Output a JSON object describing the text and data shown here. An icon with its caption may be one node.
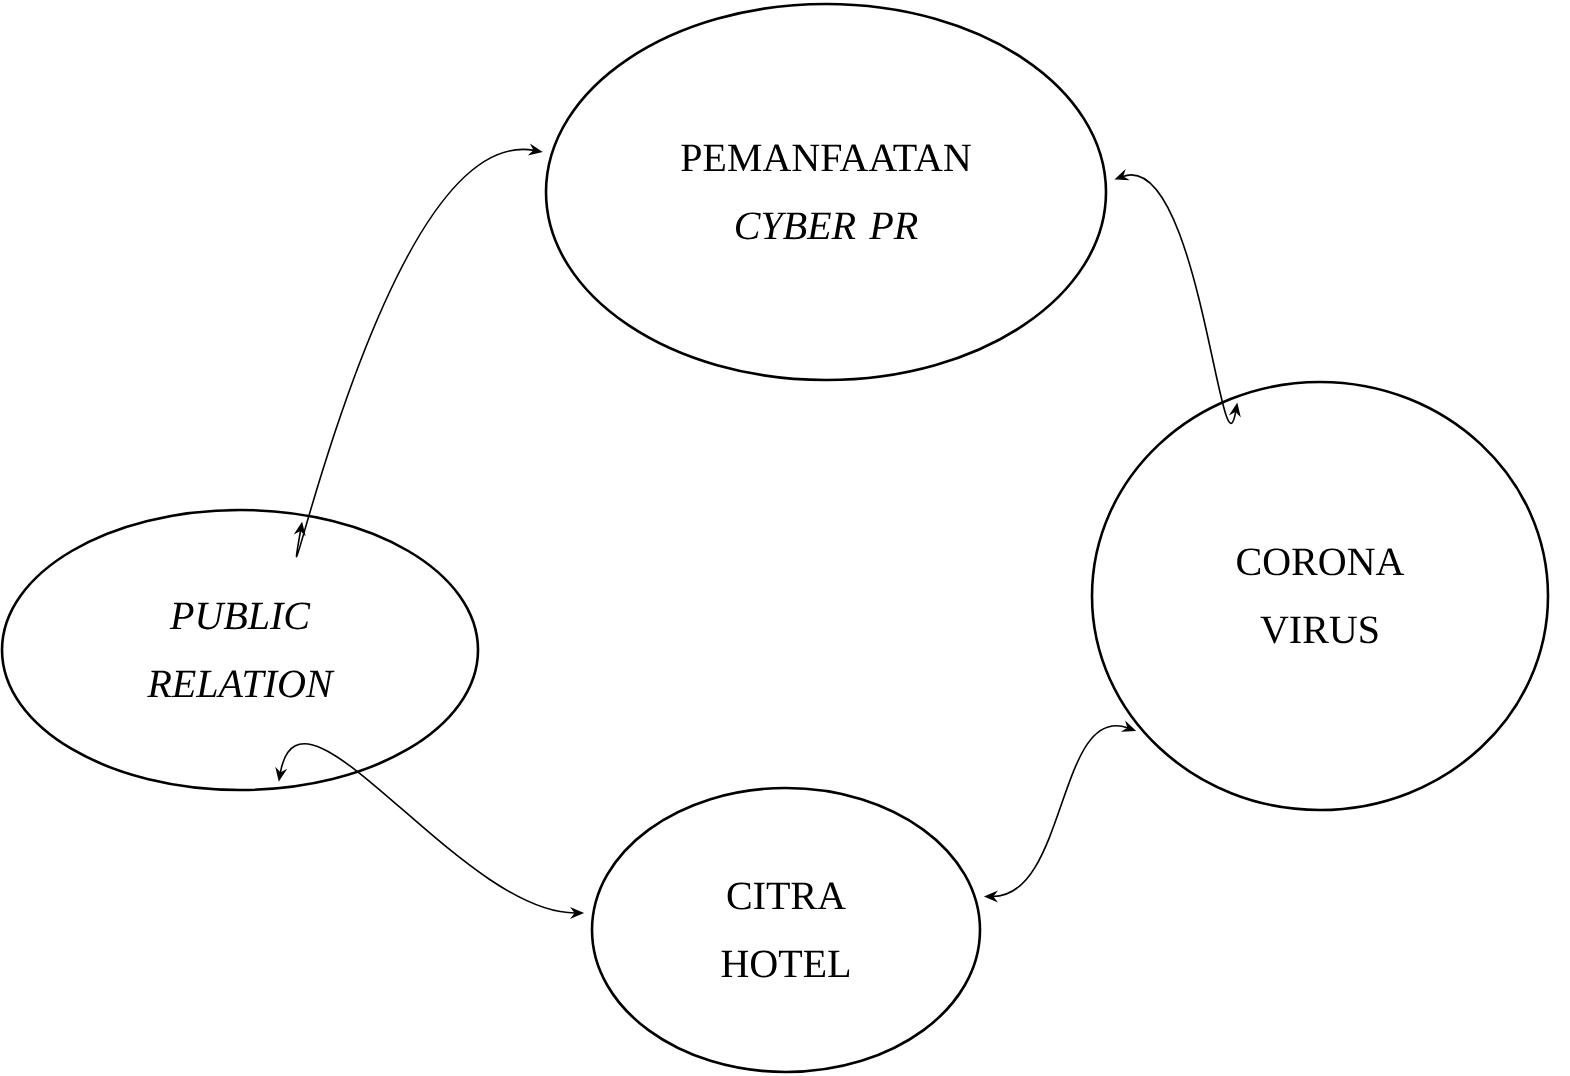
{
  "diagram": {
    "nodes": [
      {
        "text": [
          "PEMANFAATAN *CYBER PR*"
        ]
      },
      {
        "text": [
          "CORONA VIRUS"
        ]
      },
      {
        "text": [
          "CITRA HOTEL"
        ]
      },
      {
        "text": [
          "PUBLIC RELATION"
        ]
      }
    ],
    "edges": [
      {
        "from": 0,
        "to": 1,
        "arrow": "both"
      },
      {
        "from": 1,
        "to": 2,
        "arrow": "both"
      },
      {
        "from": 2,
        "to": 3,
        "arrow": "both"
      },
      {
        "from": 3,
        "to": 0,
        "arrow": "both"
      }
    ]
  }
}
